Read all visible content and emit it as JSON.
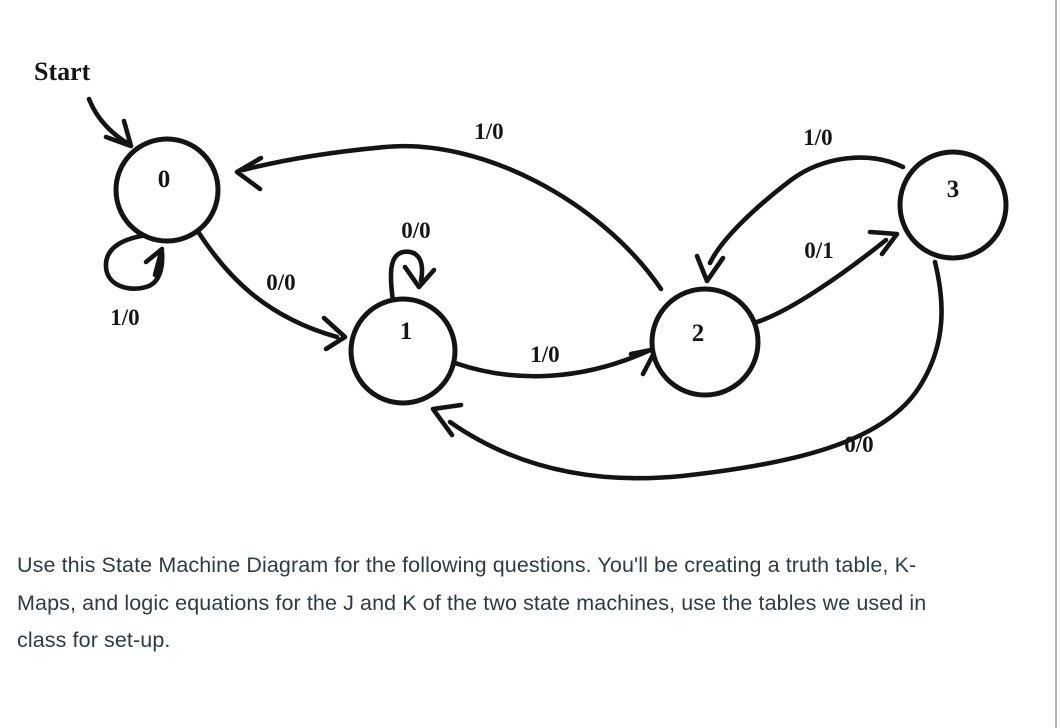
{
  "diagram": {
    "title": "State Machine Diagram",
    "start_label": "Start",
    "states": [
      {
        "label": "0"
      },
      {
        "label": "1"
      },
      {
        "label": "2"
      },
      {
        "label": "3"
      }
    ],
    "transitions": [
      {
        "from": "0",
        "to": "0",
        "label": "1/0"
      },
      {
        "from": "0",
        "to": "1",
        "label": "0/0"
      },
      {
        "from": "1",
        "to": "1",
        "label": "0/0"
      },
      {
        "from": "1",
        "to": "2",
        "label": "1/0"
      },
      {
        "from": "2",
        "to": "0",
        "label": "1/0"
      },
      {
        "from": "2",
        "to": "3",
        "label": "0/1"
      },
      {
        "from": "3",
        "to": "2",
        "label": "1/0"
      },
      {
        "from": "3",
        "to": "1",
        "label": "0/0"
      }
    ]
  },
  "instructions": {
    "text": "Use this State Machine Diagram for the following questions. You'll be creating a truth table, K-Maps, and logic equations for the J and K of the two state machines, use the tables we used in class for set-up."
  },
  "colors": {
    "ink": "#141414",
    "body_text": "#2d3b45",
    "divider": "#aeb4ba",
    "background": "#ffffff"
  }
}
